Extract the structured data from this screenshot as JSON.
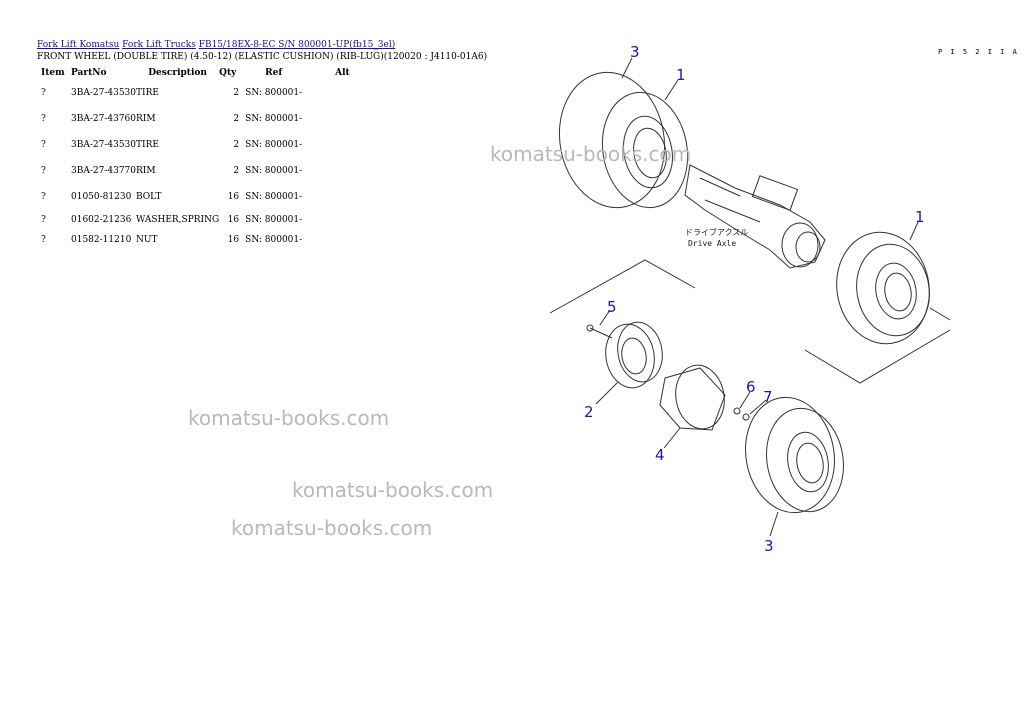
{
  "breadcrumb": {
    "link1": "Fork Lift Komatsu",
    "link2": "Fork Lift Trucks",
    "link3": "FB15/18EX-8-EC S/N 800001-UP(fb15_3el)"
  },
  "title": "FRONT WHEEL (DOUBLE TIRE) (4.50-12) (ELASTIC CUSHION) (RIB-LUG)(120020 : J4110-01A6)",
  "figure_code": "P I 5 2 I I A",
  "table": {
    "headers": [
      "Item",
      "PartNo",
      "Description",
      "Qty",
      "Ref",
      "Alt"
    ],
    "rows": [
      {
        "item": "?",
        "part": "3BA-27-43530",
        "desc": "TIRE",
        "qty": "2",
        "ref": "SN: 800001-",
        "alt": ""
      },
      {
        "item": "?",
        "part": "3BA-27-43760",
        "desc": "RIM",
        "qty": "2",
        "ref": "SN: 800001-",
        "alt": ""
      },
      {
        "item": "?",
        "part": "3BA-27-43530",
        "desc": "TIRE",
        "qty": "2",
        "ref": "SN: 800001-",
        "alt": ""
      },
      {
        "item": "?",
        "part": "3BA-27-43770",
        "desc": "RIM",
        "qty": "2",
        "ref": "SN: 800001-",
        "alt": ""
      },
      {
        "item": "?",
        "part": "01050-81230",
        "desc": "BOLT",
        "qty": "16",
        "ref": "SN: 800001-",
        "alt": ""
      },
      {
        "item": "?",
        "part": "01602-21236",
        "desc": "WASHER,SPRING",
        "qty": "16",
        "ref": "SN: 800001-",
        "alt": ""
      },
      {
        "item": "?",
        "part": "01582-11210",
        "desc": "NUT",
        "qty": "16",
        "ref": "SN: 800001-",
        "alt": ""
      }
    ]
  },
  "diagram": {
    "axle_label_jp": "ドライブアクスル",
    "axle_label_en": "Drive Axle",
    "callouts": [
      "3",
      "1",
      "1",
      "5",
      "2",
      "4",
      "6",
      "7",
      "3"
    ]
  },
  "watermarks": [
    "komatsu-books.com",
    "komatsu-books.com",
    "komatsu-books.com",
    "komatsu-books.com"
  ],
  "colors": {
    "link": "#1a0dab",
    "callout": "#1a1aa8",
    "watermark": "#b9b9b9"
  }
}
